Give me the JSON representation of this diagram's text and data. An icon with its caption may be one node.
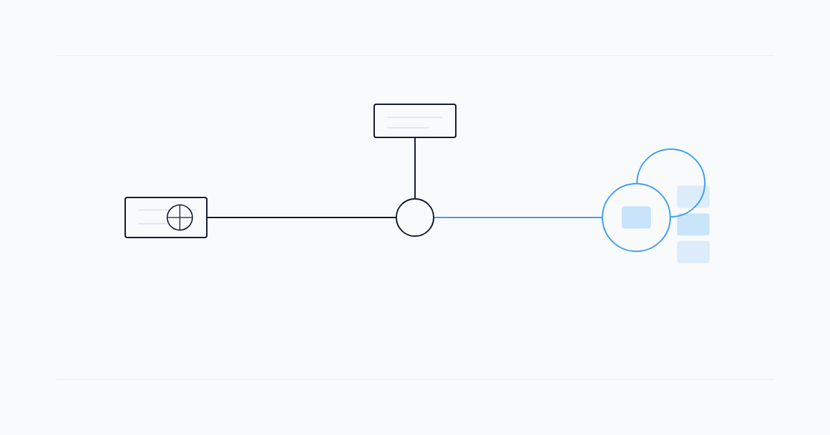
{
  "diagram": {
    "nodes": [
      {
        "text": [],
        "shape": "box"
      },
      {
        "text": [],
        "shape": "box"
      },
      {
        "text": [],
        "shape": "circle"
      },
      {
        "text": [],
        "shape": "circle"
      },
      {
        "text": [],
        "shape": "circle"
      },
      {
        "text": [],
        "shape": "box",
        "in": 3
      },
      {
        "text": [],
        "shape": "box"
      },
      {
        "text": [],
        "shape": "box"
      },
      {
        "text": [],
        "shape": "box"
      }
    ],
    "edges": [
      {
        "from": 0,
        "to": 2,
        "arrow": "none"
      },
      {
        "from": 1,
        "to": 2,
        "arrow": "none"
      },
      {
        "from": 2,
        "to": 3,
        "arrow": "none",
        "color": "#3b9ef5"
      }
    ]
  }
}
